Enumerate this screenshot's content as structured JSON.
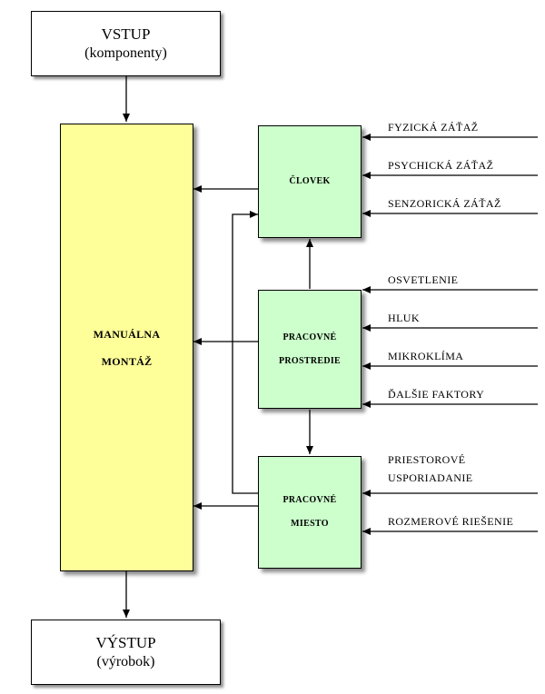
{
  "input": {
    "title": "VSTUP",
    "subtitle": "(komponenty)"
  },
  "output": {
    "title": "VÝSTUP",
    "subtitle": "(výrobok)"
  },
  "main": {
    "line1": "MANUÁLNA",
    "line2": "MONTÁŽ"
  },
  "clovek": {
    "label": "ČLOVEK",
    "factors": [
      "FYZICKÁ ZÁŤAŽ",
      "PSYCHICKÁ ZÁŤAŽ",
      "SENZORICKÁ ZÁŤAŽ"
    ]
  },
  "prostredie": {
    "line1": "PRACOVNÉ",
    "line2": "PROSTREDIE",
    "factors": [
      "OSVETLENIE",
      "HLUK",
      "MIKROKLÍMA",
      "ĎALŠIE FAKTORY"
    ]
  },
  "miesto": {
    "line1": "PRACOVNÉ",
    "line2": "MIESTO",
    "factors": [
      "PRIESTOROVÉ",
      "USPORIADANIE",
      "ROZMEROVÉ RIEŠENIE"
    ]
  },
  "colors": {
    "main_fill": "#ffff99",
    "green_fill": "#ccffcc",
    "io_fill": "#ffffff",
    "stroke": "#000000"
  }
}
